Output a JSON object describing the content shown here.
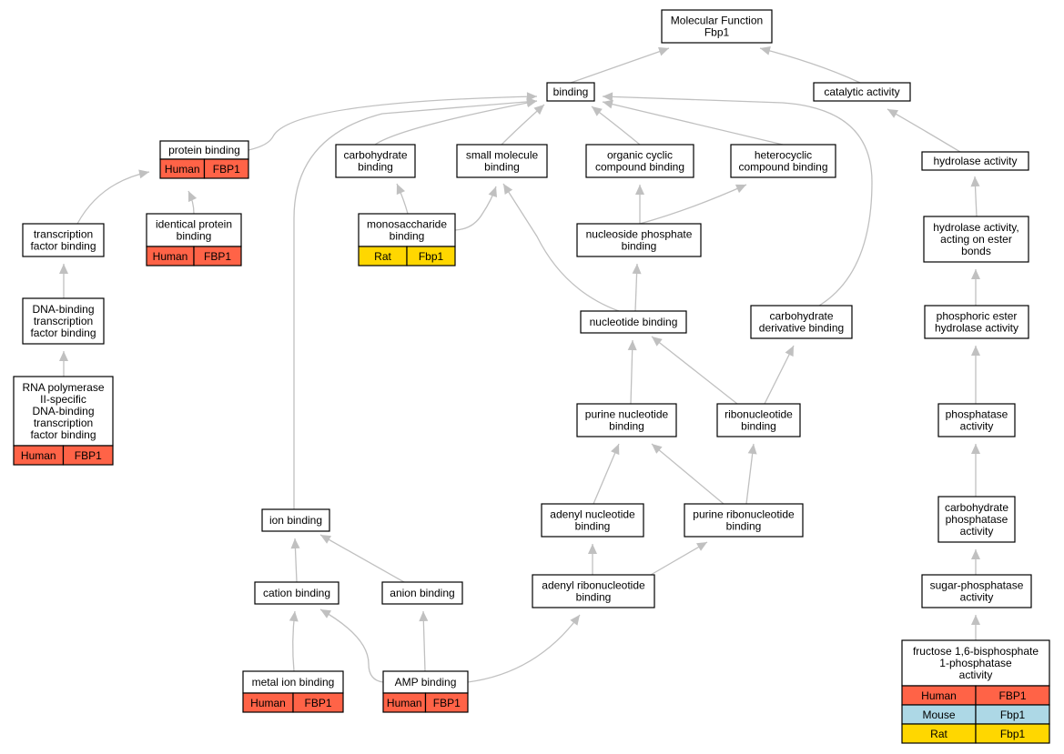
{
  "colors": {
    "human": "#ff6347",
    "mouse": "#add8e6",
    "rat": "#ffd700",
    "edge": "#c0c0c0"
  },
  "nodes": [
    {
      "id": "root",
      "lines": [
        "Molecular Function",
        "Fbp1"
      ],
      "species": []
    },
    {
      "id": "binding",
      "lines": [
        "binding"
      ],
      "species": []
    },
    {
      "id": "catalytic",
      "lines": [
        "catalytic activity"
      ],
      "species": []
    },
    {
      "id": "protein_binding",
      "lines": [
        "protein binding"
      ],
      "species": [
        {
          "org": "Human",
          "gene": "FBP1",
          "color": "human"
        }
      ]
    },
    {
      "id": "carb_binding",
      "lines": [
        "carbohydrate",
        "binding"
      ],
      "species": []
    },
    {
      "id": "small_mol",
      "lines": [
        "small molecule",
        "binding"
      ],
      "species": []
    },
    {
      "id": "organic_cyclic",
      "lines": [
        "organic cyclic",
        "compound binding"
      ],
      "species": []
    },
    {
      "id": "heterocyclic",
      "lines": [
        "heterocyclic",
        "compound binding"
      ],
      "species": []
    },
    {
      "id": "hydrolase",
      "lines": [
        "hydrolase activity"
      ],
      "species": []
    },
    {
      "id": "tf_binding",
      "lines": [
        "transcription",
        "factor binding"
      ],
      "species": []
    },
    {
      "id": "identical_protein",
      "lines": [
        "identical protein",
        "binding"
      ],
      "species": [
        {
          "org": "Human",
          "gene": "FBP1",
          "color": "human"
        }
      ]
    },
    {
      "id": "monosaccharide",
      "lines": [
        "monosaccharide",
        "binding"
      ],
      "species": [
        {
          "org": "Rat",
          "gene": "Fbp1",
          "color": "rat"
        }
      ]
    },
    {
      "id": "nucleoside_phosphate",
      "lines": [
        "nucleoside phosphate",
        "binding"
      ],
      "species": []
    },
    {
      "id": "hydrolase_ester",
      "lines": [
        "hydrolase activity,",
        "acting on ester",
        "bonds"
      ],
      "species": []
    },
    {
      "id": "dna_tf",
      "lines": [
        "DNA-binding",
        "transcription",
        "factor binding"
      ],
      "species": []
    },
    {
      "id": "nucleotide",
      "lines": [
        "nucleotide binding"
      ],
      "species": []
    },
    {
      "id": "carb_deriv",
      "lines": [
        "carbohydrate",
        "derivative binding"
      ],
      "species": []
    },
    {
      "id": "phosphoric_ester",
      "lines": [
        "phosphoric ester",
        "hydrolase activity"
      ],
      "species": []
    },
    {
      "id": "rnap",
      "lines": [
        "RNA polymerase",
        "II-specific",
        "DNA-binding",
        "transcription",
        "factor binding"
      ],
      "species": [
        {
          "org": "Human",
          "gene": "FBP1",
          "color": "human"
        }
      ]
    },
    {
      "id": "purine_nuc",
      "lines": [
        "purine nucleotide",
        "binding"
      ],
      "species": []
    },
    {
      "id": "ribonuc",
      "lines": [
        "ribonucleotide",
        "binding"
      ],
      "species": []
    },
    {
      "id": "phosphatase",
      "lines": [
        "phosphatase",
        "activity"
      ],
      "species": []
    },
    {
      "id": "ion",
      "lines": [
        "ion binding"
      ],
      "species": []
    },
    {
      "id": "adenyl_nuc",
      "lines": [
        "adenyl nucleotide",
        "binding"
      ],
      "species": []
    },
    {
      "id": "purine_ribonuc",
      "lines": [
        "purine ribonucleotide",
        "binding"
      ],
      "species": []
    },
    {
      "id": "carb_phosphatase",
      "lines": [
        "carbohydrate",
        "phosphatase",
        "activity"
      ],
      "species": []
    },
    {
      "id": "cation",
      "lines": [
        "cation binding"
      ],
      "species": []
    },
    {
      "id": "anion",
      "lines": [
        "anion binding"
      ],
      "species": []
    },
    {
      "id": "adenyl_ribonuc",
      "lines": [
        "adenyl ribonucleotide",
        "binding"
      ],
      "species": []
    },
    {
      "id": "sugar_phosphatase",
      "lines": [
        "sugar-phosphatase",
        "activity"
      ],
      "species": []
    },
    {
      "id": "metal_ion",
      "lines": [
        "metal ion binding"
      ],
      "species": [
        {
          "org": "Human",
          "gene": "FBP1",
          "color": "human"
        }
      ]
    },
    {
      "id": "amp",
      "lines": [
        "AMP binding"
      ],
      "species": [
        {
          "org": "Human",
          "gene": "FBP1",
          "color": "human"
        }
      ]
    },
    {
      "id": "fbp",
      "lines": [
        "fructose 1,6-bisphosphate",
        "1-phosphatase",
        "activity"
      ],
      "species": [
        {
          "org": "Human",
          "gene": "FBP1",
          "color": "human"
        },
        {
          "org": "Mouse",
          "gene": "Fbp1",
          "color": "mouse"
        },
        {
          "org": "Rat",
          "gene": "Fbp1",
          "color": "rat"
        }
      ]
    }
  ],
  "edges": [
    {
      "from": "binding",
      "to": "root"
    },
    {
      "from": "catalytic",
      "to": "root"
    },
    {
      "from": "protein_binding",
      "to": "binding"
    },
    {
      "from": "carb_binding",
      "to": "binding"
    },
    {
      "from": "small_mol",
      "to": "binding"
    },
    {
      "from": "organic_cyclic",
      "to": "binding"
    },
    {
      "from": "heterocyclic",
      "to": "binding"
    },
    {
      "from": "ion",
      "to": "binding"
    },
    {
      "from": "carb_deriv",
      "to": "binding"
    },
    {
      "from": "hydrolase",
      "to": "catalytic"
    },
    {
      "from": "tf_binding",
      "to": "protein_binding"
    },
    {
      "from": "identical_protein",
      "to": "protein_binding"
    },
    {
      "from": "monosaccharide",
      "to": "carb_binding"
    },
    {
      "from": "monosaccharide",
      "to": "small_mol"
    },
    {
      "from": "nucleoside_phosphate",
      "to": "organic_cyclic"
    },
    {
      "from": "nucleoside_phosphate",
      "to": "heterocyclic"
    },
    {
      "from": "nucleotide",
      "to": "small_mol"
    },
    {
      "from": "nucleotide",
      "to": "nucleoside_phosphate"
    },
    {
      "from": "hydrolase_ester",
      "to": "hydrolase"
    },
    {
      "from": "dna_tf",
      "to": "tf_binding"
    },
    {
      "from": "phosphoric_ester",
      "to": "hydrolase_ester"
    },
    {
      "from": "rnap",
      "to": "dna_tf"
    },
    {
      "from": "purine_nuc",
      "to": "nucleotide"
    },
    {
      "from": "ribonuc",
      "to": "nucleotide"
    },
    {
      "from": "ribonuc",
      "to": "carb_deriv"
    },
    {
      "from": "phosphatase",
      "to": "phosphoric_ester"
    },
    {
      "from": "adenyl_nuc",
      "to": "purine_nuc"
    },
    {
      "from": "purine_ribonuc",
      "to": "purine_nuc"
    },
    {
      "from": "purine_ribonuc",
      "to": "ribonuc"
    },
    {
      "from": "carb_phosphatase",
      "to": "phosphatase"
    },
    {
      "from": "cation",
      "to": "ion"
    },
    {
      "from": "anion",
      "to": "ion"
    },
    {
      "from": "adenyl_ribonuc",
      "to": "adenyl_nuc"
    },
    {
      "from": "adenyl_ribonuc",
      "to": "purine_ribonuc"
    },
    {
      "from": "sugar_phosphatase",
      "to": "carb_phosphatase"
    },
    {
      "from": "metal_ion",
      "to": "cation"
    },
    {
      "from": "amp",
      "to": "cation"
    },
    {
      "from": "amp",
      "to": "anion"
    },
    {
      "from": "amp",
      "to": "adenyl_ribonuc"
    },
    {
      "from": "fbp",
      "to": "sugar_phosphatase"
    }
  ]
}
